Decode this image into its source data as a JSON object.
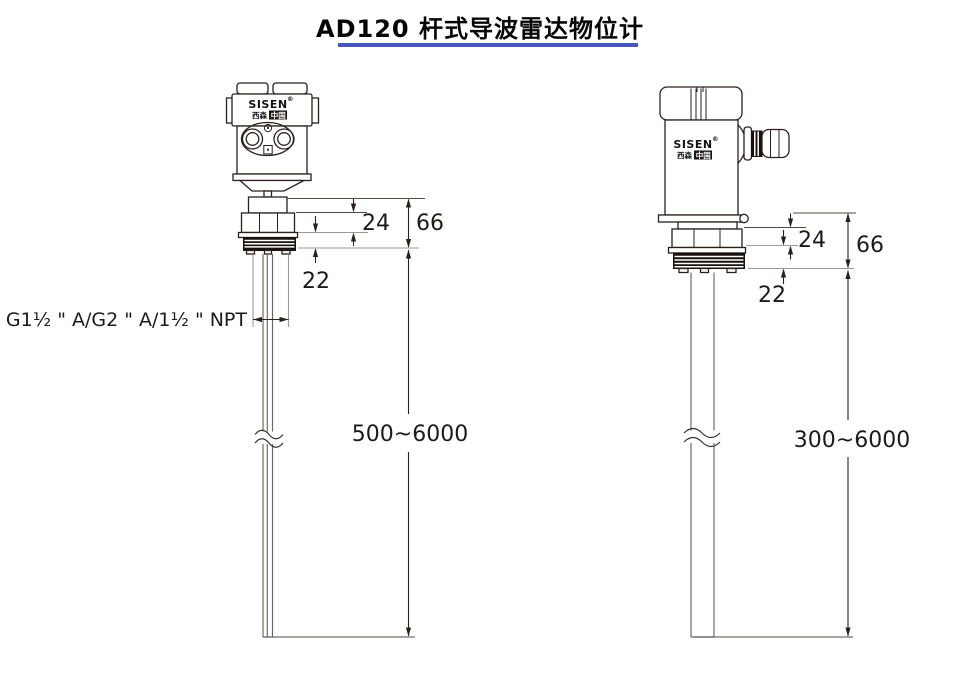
{
  "title": "AD120 杆式导波雷达物位计",
  "colors": {
    "accent_underline": "#4656bd",
    "line_ink": "#2a211d",
    "extension_gray": "#9a9a9a",
    "thread_fill": "#17120e"
  },
  "brand": {
    "logo": "SISEN",
    "reg": "®",
    "sub_left": "西森",
    "sub_right": "中国"
  },
  "front_view": {
    "dim_24": "24",
    "dim_66": "66",
    "dim_22": "22",
    "rod_length_range": "500~6000",
    "thread_label": "G1½ \" A/G2 \" A/1½ \" NPT"
  },
  "side_view": {
    "dim_24": "24",
    "dim_66": "66",
    "dim_22": "22",
    "rod_length_range": "300~6000"
  }
}
